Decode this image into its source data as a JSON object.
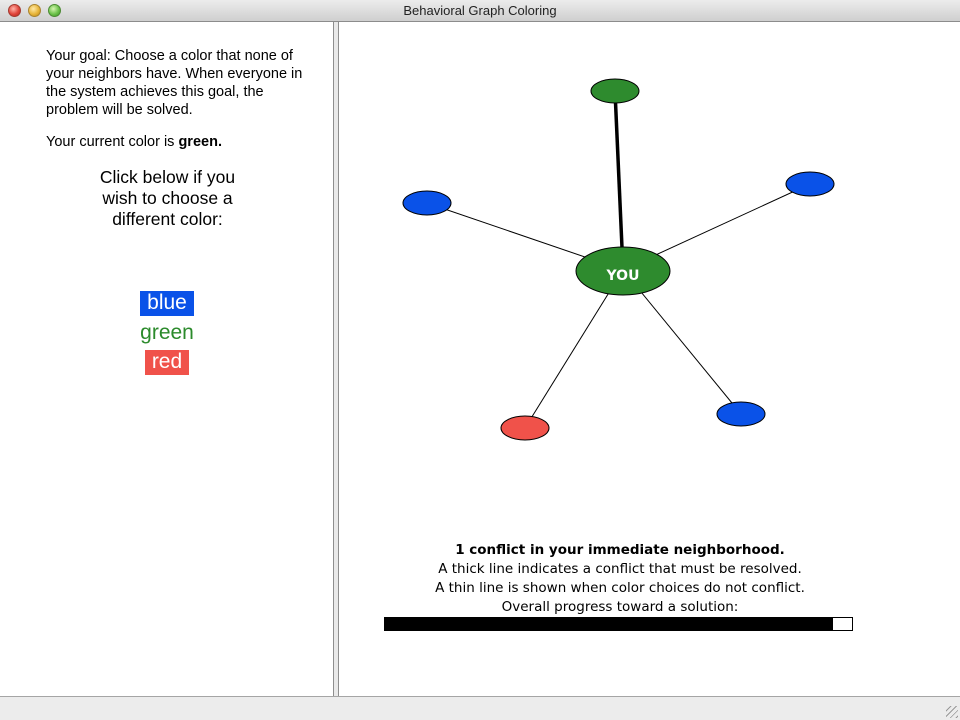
{
  "window": {
    "title": "Behavioral Graph Coloring"
  },
  "left_panel": {
    "goal_text": "Your goal: Choose a color that none of your neighbors have. When everyone in the system achieves this goal, the problem will be solved.",
    "current_color_prefix": "Your current color is ",
    "current_color_value": "green.",
    "click_prompt": "Click below if you wish to choose a different color:",
    "color_options": [
      {
        "label": "blue",
        "color": "#0a52e8",
        "selected": false
      },
      {
        "label": "green",
        "color": "#2b8a2b",
        "selected": true
      },
      {
        "label": "red",
        "color": "#f0524a",
        "selected": false
      }
    ]
  },
  "graph": {
    "center_label": "YOU",
    "center_color": "#2e8b2e",
    "neighbors": [
      {
        "id": "top",
        "color": "green",
        "conflict": true
      },
      {
        "id": "upper-left",
        "color": "blue",
        "conflict": false
      },
      {
        "id": "upper-right",
        "color": "blue",
        "conflict": false
      },
      {
        "id": "lower-left",
        "color": "red",
        "conflict": false
      },
      {
        "id": "lower-right",
        "color": "blue",
        "conflict": false
      }
    ],
    "palette": {
      "green": "#2e8b2e",
      "blue": "#0a52e8",
      "red": "#f0524a"
    }
  },
  "status": {
    "line1": "1 conflict in your immediate neighborhood.",
    "line2": "A thick line indicates a conflict that must be resolved.",
    "line3": "A thin line is shown when color choices do not conflict.",
    "line4": "Overall progress toward a solution:"
  },
  "progress": {
    "fraction": 0.96
  }
}
